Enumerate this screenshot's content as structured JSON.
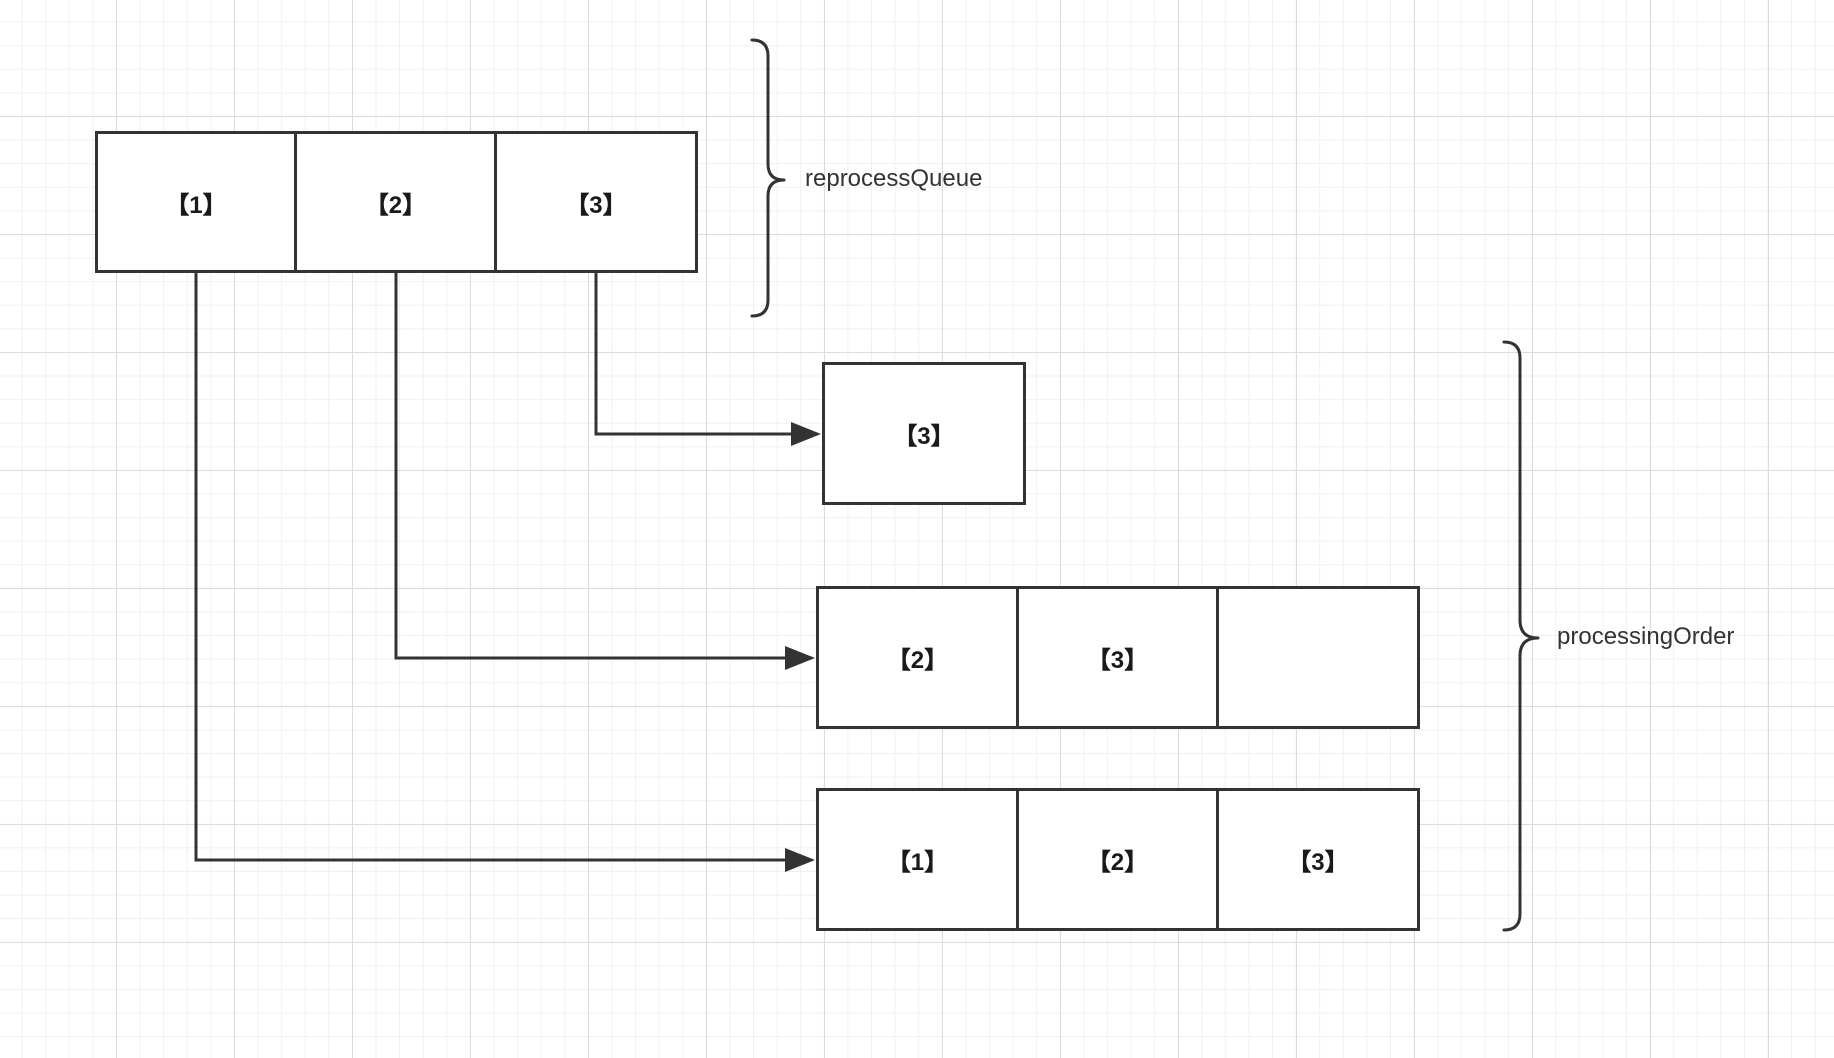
{
  "reprocess_queue": {
    "label": "reprocessQueue",
    "cells": [
      "【1】",
      "【2】",
      "【3】"
    ]
  },
  "processing_order": {
    "label": "processingOrder",
    "rows": [
      {
        "cells": [
          "【3】"
        ]
      },
      {
        "cells": [
          "【2】",
          "【3】",
          ""
        ]
      },
      {
        "cells": [
          "【1】",
          "【2】",
          "【3】"
        ]
      }
    ]
  },
  "colors": {
    "stroke": "#333333",
    "grid_major": "#dcdcdc",
    "grid_minor": "#f0f0f0",
    "background": "#ffffff"
  }
}
